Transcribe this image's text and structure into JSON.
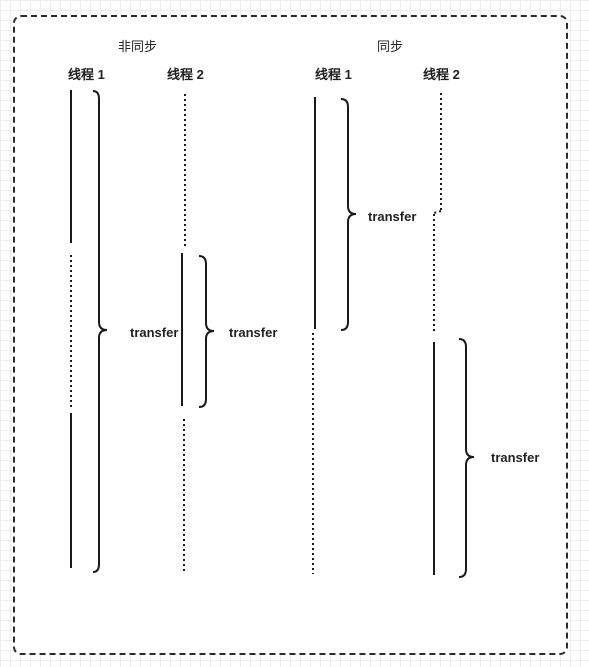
{
  "sections": {
    "async": {
      "title": "非同步",
      "thread1": "线程 1",
      "thread2": "线程 2",
      "transfer1": "transfer",
      "transfer2": "transfer"
    },
    "sync": {
      "title": "同步",
      "thread1": "线程 1",
      "thread2": "线程 2",
      "transfer1": "transfer",
      "transfer2": "transfer"
    }
  },
  "colors": {
    "line": "#1a1a1a",
    "frame": "#2b2b2b",
    "grid": "#ededed"
  }
}
